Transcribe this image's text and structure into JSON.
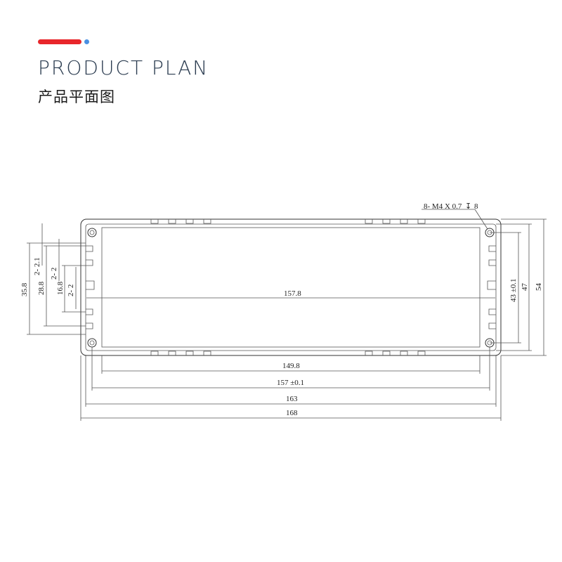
{
  "header": {
    "title_en": "PRODUCT PLAN",
    "title_cn": "产品平面图",
    "accent_colors": [
      "#e8262b",
      "#4a90e2"
    ]
  },
  "drawing": {
    "hole_note": "8- M4 X 0.7",
    "hole_depth": "8",
    "dims": {
      "inner_width": "157.8",
      "fin_span": "149.8",
      "hole_spacing": "157 ±0.1",
      "body_width": "163",
      "total_width": "168",
      "hole_v_spacing": "43 ±0.1",
      "inner_height": "47",
      "total_height": "54",
      "left_a": "35.8",
      "left_b": "28.8",
      "left_c": "16.8",
      "left_d": "2- 2.1",
      "left_e": "2- 2",
      "left_f": "2- 2"
    }
  }
}
